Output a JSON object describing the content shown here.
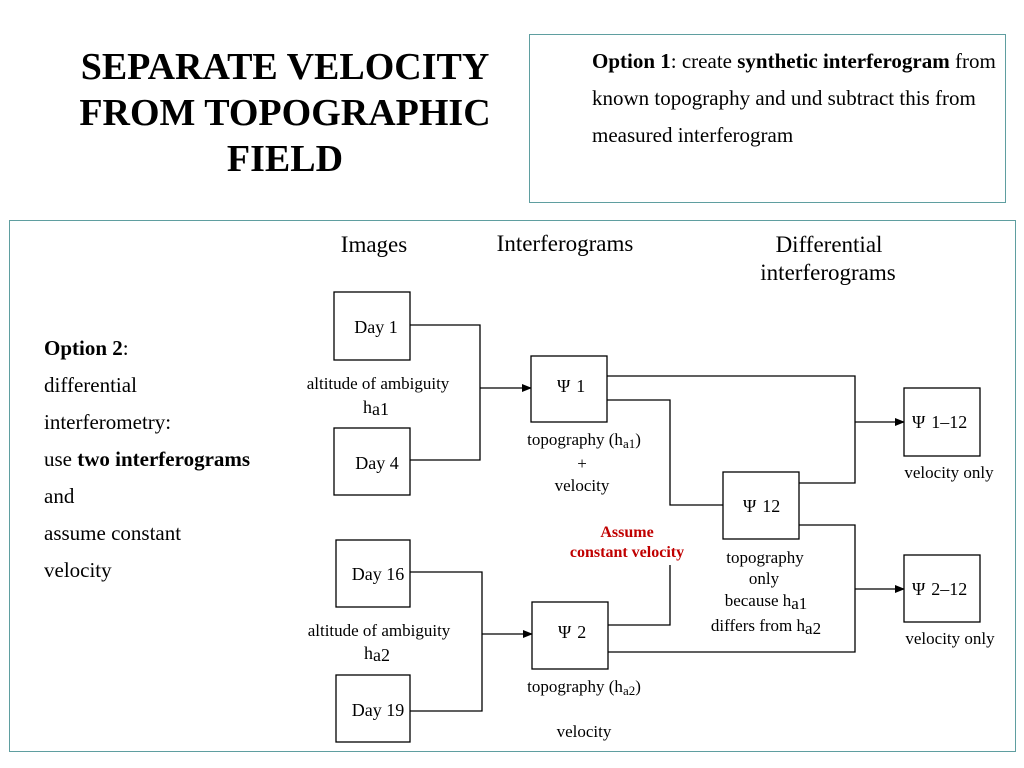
{
  "title": {
    "line1": "SEPARATE VELOCITY",
    "line2": "FROM TOPOGRAPHIC",
    "line3": "FIELD"
  },
  "option1": {
    "label": "Option 1",
    "text_a": ": create ",
    "bold_a": "synthetic interferogram",
    "text_b": " from known topography and und subtract this from measured interferogram"
  },
  "option2": {
    "label": "Option 2",
    "colon": ":",
    "line1": "differential",
    "line2": "interferometry:",
    "use": "use ",
    "bold": "two interferograms",
    "and": " and",
    "line4": "assume constant",
    "line5": "velocity"
  },
  "columns": {
    "images": "Images",
    "interferograms": "Interferograms",
    "differential_1": "Differential",
    "differential_2": "interferograms"
  },
  "images": {
    "day1": "Day 1",
    "day4": "Day 4",
    "day16": "Day 16",
    "day19": "Day 19"
  },
  "ambiguity": {
    "text": "altitude of ambiguity",
    "h": "h",
    "sub1": "a1",
    "sub2": "a2"
  },
  "psi": {
    "symbol": "Ψ",
    "i1": "1",
    "i2": "2",
    "i12": "12",
    "i1_12": "1–12",
    "i2_12": "2–12"
  },
  "interferogram_label": {
    "topo": "topography (h",
    "sub1": "a1",
    "sub2": "a2",
    "close": ")",
    "plus": "+",
    "velocity": "velocity"
  },
  "psi12_label": {
    "line1": "topography",
    "line2": "only",
    "because": "because h",
    "because_sub": "a1",
    "differs": "differs from h",
    "differs_sub": "a2"
  },
  "assumption": {
    "line1": "Assume",
    "line2": "constant velocity"
  },
  "result": {
    "velocity_only": "velocity only"
  },
  "colors": {
    "border": "#5f9ea0",
    "assumption": "#c00000"
  }
}
